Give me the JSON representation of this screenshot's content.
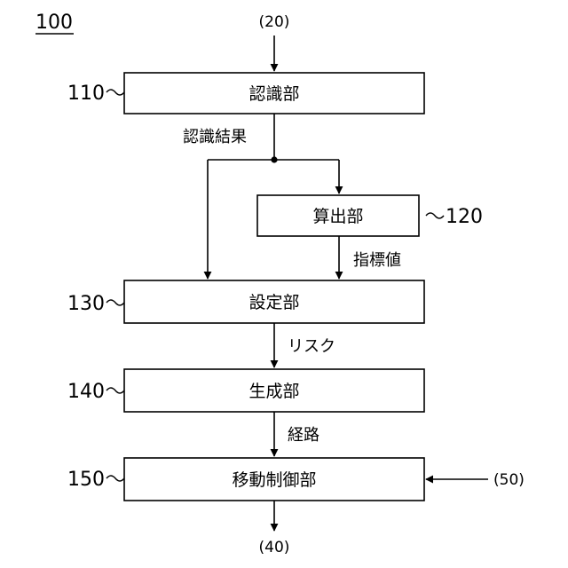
{
  "figure_ref": "100",
  "inputs": {
    "top": "(20)",
    "right": "(50)",
    "bottom": "(40)"
  },
  "blocks": {
    "recognition": {
      "ref": "110",
      "label": "認識部"
    },
    "calculation": {
      "ref": "120",
      "label": "算出部"
    },
    "setting": {
      "ref": "130",
      "label": "設定部"
    },
    "generation": {
      "ref": "140",
      "label": "生成部"
    },
    "movement_control": {
      "ref": "150",
      "label": "移動制御部"
    }
  },
  "edges": {
    "recognition_result": "認識結果",
    "index_value": "指標値",
    "risk": "リスク",
    "route": "経路"
  }
}
